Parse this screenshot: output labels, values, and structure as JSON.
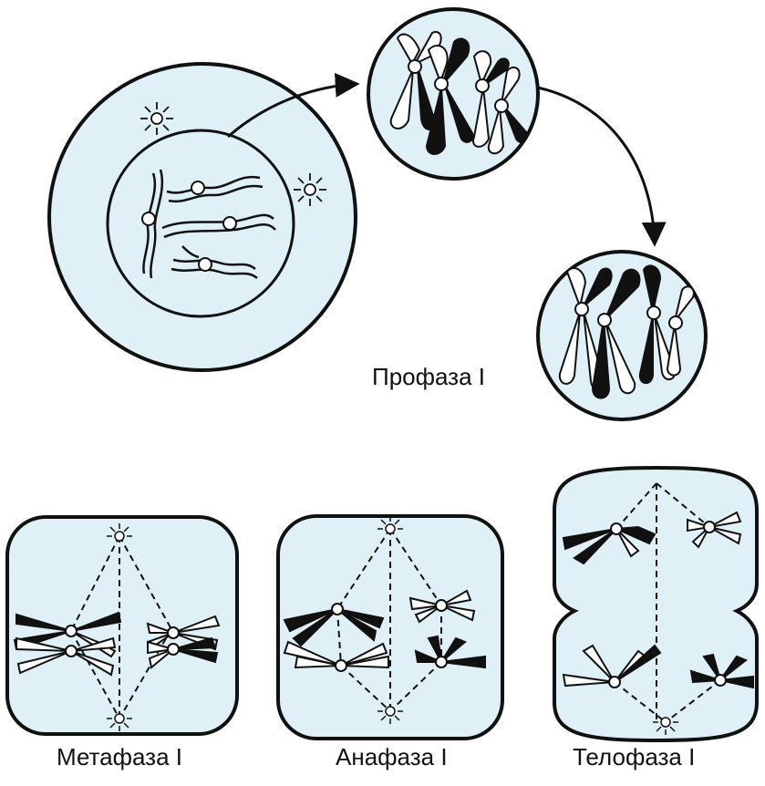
{
  "diagram": {
    "stages": {
      "prophase": {
        "label": "Профаза I"
      },
      "metaphase": {
        "label": "Метафаза I"
      },
      "anaphase": {
        "label": "Анафаза I"
      },
      "telophase": {
        "label": "Телофаза I"
      }
    }
  },
  "colors": {
    "ink": "#111111",
    "cell_fill": "#dff1f7",
    "paper": "#ffffff"
  }
}
